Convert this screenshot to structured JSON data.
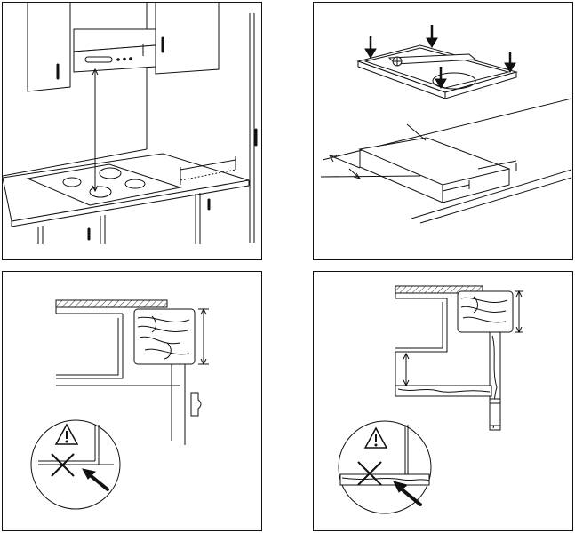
{
  "figure": {
    "panels": [
      {
        "id": "hood-distance",
        "label": ""
      },
      {
        "id": "seal-installation",
        "label": ""
      },
      {
        "id": "worktop-cabinet",
        "label": ""
      },
      {
        "id": "worktop-oven",
        "label": ""
      }
    ],
    "colors": {
      "line": "#111111",
      "background": "#ffffff",
      "hatch": "#333333"
    },
    "icons": [
      "warning-triangle-icon",
      "cross-icon",
      "pointer-arrow-icon",
      "down-arrow-icon",
      "spirit-level-icon"
    ]
  }
}
